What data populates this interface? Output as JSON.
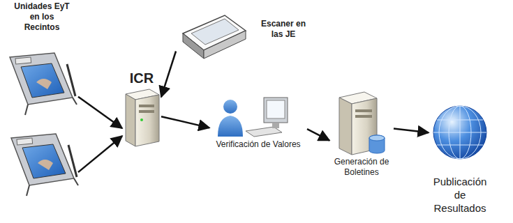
{
  "diagram": {
    "nodes": [
      {
        "text": [
          "Unidades EyT en los Recintos"
        ]
      },
      {
        "text": [
          "ICR"
        ]
      },
      {
        "text": [
          "Escaner en las JE"
        ]
      },
      {
        "text": [
          "Verificación de Valores"
        ]
      },
      {
        "text": [
          "Generación de Boletines"
        ]
      },
      {
        "text": [
          "Publicación de Resultados"
        ]
      }
    ],
    "edges": [
      {
        "from": 0,
        "to": 1,
        "arrow": "to"
      },
      {
        "from": 0,
        "to": 1,
        "arrow": "to"
      },
      {
        "from": 2,
        "to": 1,
        "arrow": "to"
      },
      {
        "from": 1,
        "to": 3,
        "arrow": "to"
      },
      {
        "from": 3,
        "to": 4,
        "arrow": "to"
      },
      {
        "from": 4,
        "to": 5,
        "arrow": "to"
      }
    ]
  }
}
